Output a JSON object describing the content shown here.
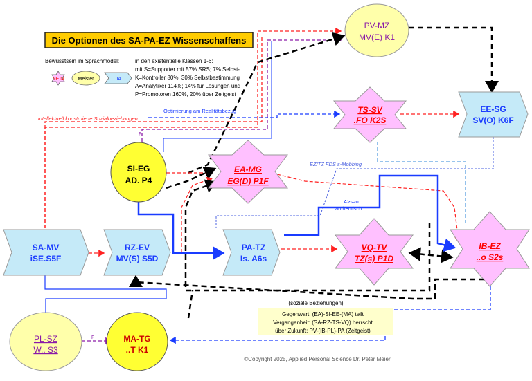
{
  "title": "Die Optionen des SA-PA-EZ Wissenschaffens",
  "legend": {
    "heading": "Bewusstsein im Sprachmodel:",
    "shape_nein": "NEIN",
    "shape_meister": "Meister",
    "shape_ja": "JA",
    "lines": [
      "in den existentielle Klassen 1-6:",
      "mit S=Supporter mit 57% SRS; 7% Selbst-",
      "K=Kontroller 80%; 30% Selbstbestimmung",
      "A=Analytiker 114%; 14% für Lösungen und",
      "P=Promotoren 160%, 20% über Zeitgeist"
    ]
  },
  "nodes": {
    "pv_mz": [
      "PV-MZ",
      "MV(E) K1"
    ],
    "ts_sv": [
      "TS-SV",
      ".FO K2S"
    ],
    "ee_sg": [
      "EE-SG",
      "SV(O) K6F"
    ],
    "si_eg": [
      "SI-EG",
      "AD. P4"
    ],
    "ea_mg": [
      "EA-MG",
      "EG(D) P1F"
    ],
    "sa_mv": [
      "SA-MV",
      "iSE.S5F"
    ],
    "rz_ev": [
      "RZ-EV",
      "MV(S) S5D"
    ],
    "pa_tz": [
      "PA-TZ",
      "Is. A6s"
    ],
    "vq_tv": [
      "VQ-TV",
      "TZ(s) P1D"
    ],
    "ib_ez": [
      "IB-EZ",
      "..o S2s"
    ],
    "pl_sz": [
      "PL-SZ",
      "W.. S3"
    ],
    "ma_tg": [
      "MA-TG",
      "..T K1"
    ]
  },
  "labels": {
    "intellektuell": "intellektuell konstruierte Sozialbeziehungen",
    "optimierung": "Optimierung am Realitätsbezug",
    "mobbing": "EZ/TZ FDS s-Mobbing",
    "aso": "A>s>o",
    "authentisch": "authentisch",
    "f1": "F",
    "f2": "F"
  },
  "social": {
    "heading": "(soziale Beziehungen)",
    "lines": [
      "Gegenwart: (EA)-SI-EE-(MA) teilt",
      "Vergangenheit: (SA-RZ-TS-VQ) herrscht",
      "über Zukunft: PV-(IB-PL)-PA (Zeitgeist)"
    ]
  },
  "copyright": "©Copyright 2025, Applied Personal Science Dr. Peter Meier",
  "colors": {
    "yellow": "#ffff33",
    "light_yellow": "#ffffaa",
    "pink": "#ffc0ff",
    "light_blue": "#c5eaf8",
    "title_bg": "#ffcc00",
    "red_line": "#ff2222",
    "blue_line": "#1a3cff",
    "purple_line": "#8a1aa8",
    "black_line": "#000000"
  }
}
